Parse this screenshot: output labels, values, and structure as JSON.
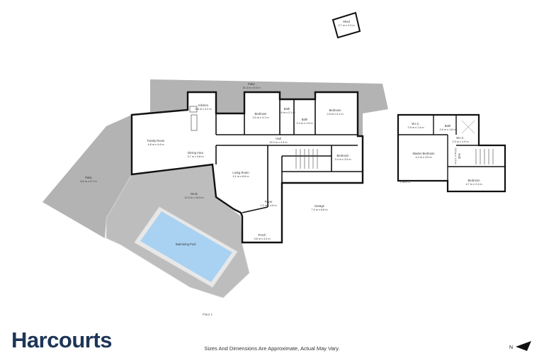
{
  "rooms": {
    "shed": {
      "name": "Shed",
      "dims": "2.7 m x 2.3 m"
    },
    "patio_top": {
      "name": "Patio",
      "dims": "31.4 m x 6.0 m"
    },
    "kitchen": {
      "name": "Kitchen",
      "dims": "5.6 m x 4.2 m"
    },
    "bedroom_a": {
      "name": "Bedroom",
      "dims": "3.4 m x 4.1 m"
    },
    "bath_a": {
      "name": "Bath",
      "dims": "1.8 m x 2.1 m"
    },
    "bath_b": {
      "name": "Bath",
      "dims": "2.4 m x 1.9 m"
    },
    "bedroom_b": {
      "name": "Bedroom",
      "dims": "2.8 m x 4.1 m"
    },
    "family_room": {
      "name": "Family Room",
      "dims": "4.8 m x 4.4 m"
    },
    "dining_area": {
      "name": "Dining Area",
      "dims": "3.7 m x 3.8 m"
    },
    "hall": {
      "name": "Hall",
      "dims": "15.0 m x 3.4 m"
    },
    "bedroom_c": {
      "name": "Bedroom",
      "dims": "3.4 m x 3.9 m"
    },
    "living_room": {
      "name": "Living Room",
      "dims": "4.1 m x 6.6 m"
    },
    "patio_left": {
      "name": "Patio",
      "dims": "6.0 m x 9.7 m"
    },
    "deck": {
      "name": "Deck",
      "dims": "12.3 m x 10.5 m"
    },
    "foyer": {
      "name": "Foyer",
      "dims": "1.2 m x 4.5 m"
    },
    "garage": {
      "name": "Garage",
      "dims": "7.2 m x 6.8 m"
    },
    "swimming_pool": {
      "name": "Swimming Pool"
    },
    "porch": {
      "name": "Porch",
      "dims": "3.8 m x 4.3 m"
    },
    "wic_a": {
      "name": "W.I.C.",
      "dims": "2.9 m x 1.4 m"
    },
    "bath_c": {
      "name": "Bath",
      "dims": "2.6 m x 1.8 m"
    },
    "wic_b": {
      "name": "W.I.C.",
      "dims": "2.3 m x 1.0 m"
    },
    "master_bedroom": {
      "name": "Master Bedroom",
      "dims": "4.2 m x 3.9 m"
    },
    "hall_b": {
      "name": "Hall",
      "dims": "5.5 m x 1.0 m"
    },
    "bedroom_d": {
      "name": "Bedroom",
      "dims": "4.7 m x 2.4 m"
    }
  },
  "floors": {
    "floor1": "Floor 1",
    "floor2": "Floor 2"
  },
  "branding": {
    "logo_text": "Harcourts"
  },
  "disclaimer": "Sizes And Dimensions Are Approximate, Actual May Vary.",
  "compass": {
    "label": "N"
  },
  "colors": {
    "patio": "#b3b3b3",
    "walls": "#111111",
    "pool": "#a9d2f2",
    "deck_border": "#d9d9d9",
    "brand": "#1d3557"
  }
}
